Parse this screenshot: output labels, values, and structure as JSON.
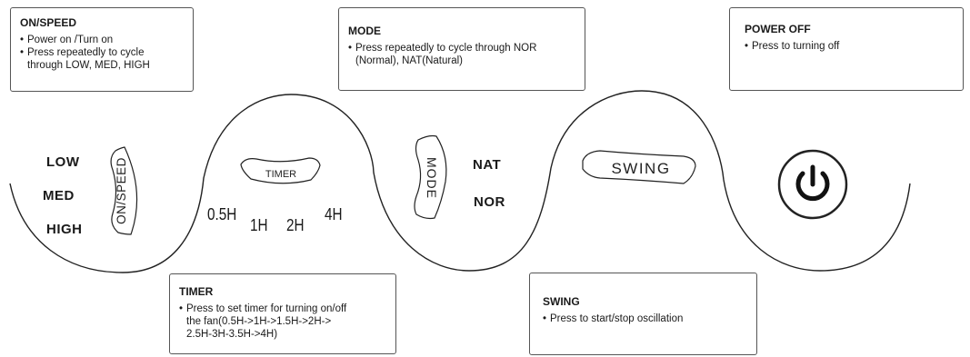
{
  "boxes": {
    "onspeed": {
      "title": "ON/SPEED",
      "bullets": [
        "Power on /Turn on",
        "Press repeatedly to cycle\nthrough LOW, MED, HIGH"
      ]
    },
    "mode": {
      "title": "MODE",
      "bullets": [
        "Press repeatedly to cycle through NOR\n(Normal), NAT(Natural)"
      ]
    },
    "poweroff": {
      "title": "POWER OFF",
      "bullets": [
        "Press to turning off"
      ]
    },
    "timer": {
      "title": "TIMER",
      "bullets": [
        "Press to set timer for turning on/off\nthe fan(0.5H->1H->1.5H->2H->\n2.5H-3H-3.5H->4H)"
      ]
    },
    "swing": {
      "title": "SWING",
      "bullets": [
        "Press to start/stop oscillation"
      ]
    }
  },
  "panel": {
    "speed_levels": [
      "LOW",
      "MED",
      "HIGH"
    ],
    "onspeed_button_label": "ON/SPEED",
    "timer_button_label": "TIMER",
    "timer_options": [
      "0.5H",
      "1H",
      "2H",
      "4H"
    ],
    "mode_button_label": "MODE",
    "mode_options": [
      "NAT",
      "NOR"
    ],
    "swing_button_label": "SWING"
  }
}
